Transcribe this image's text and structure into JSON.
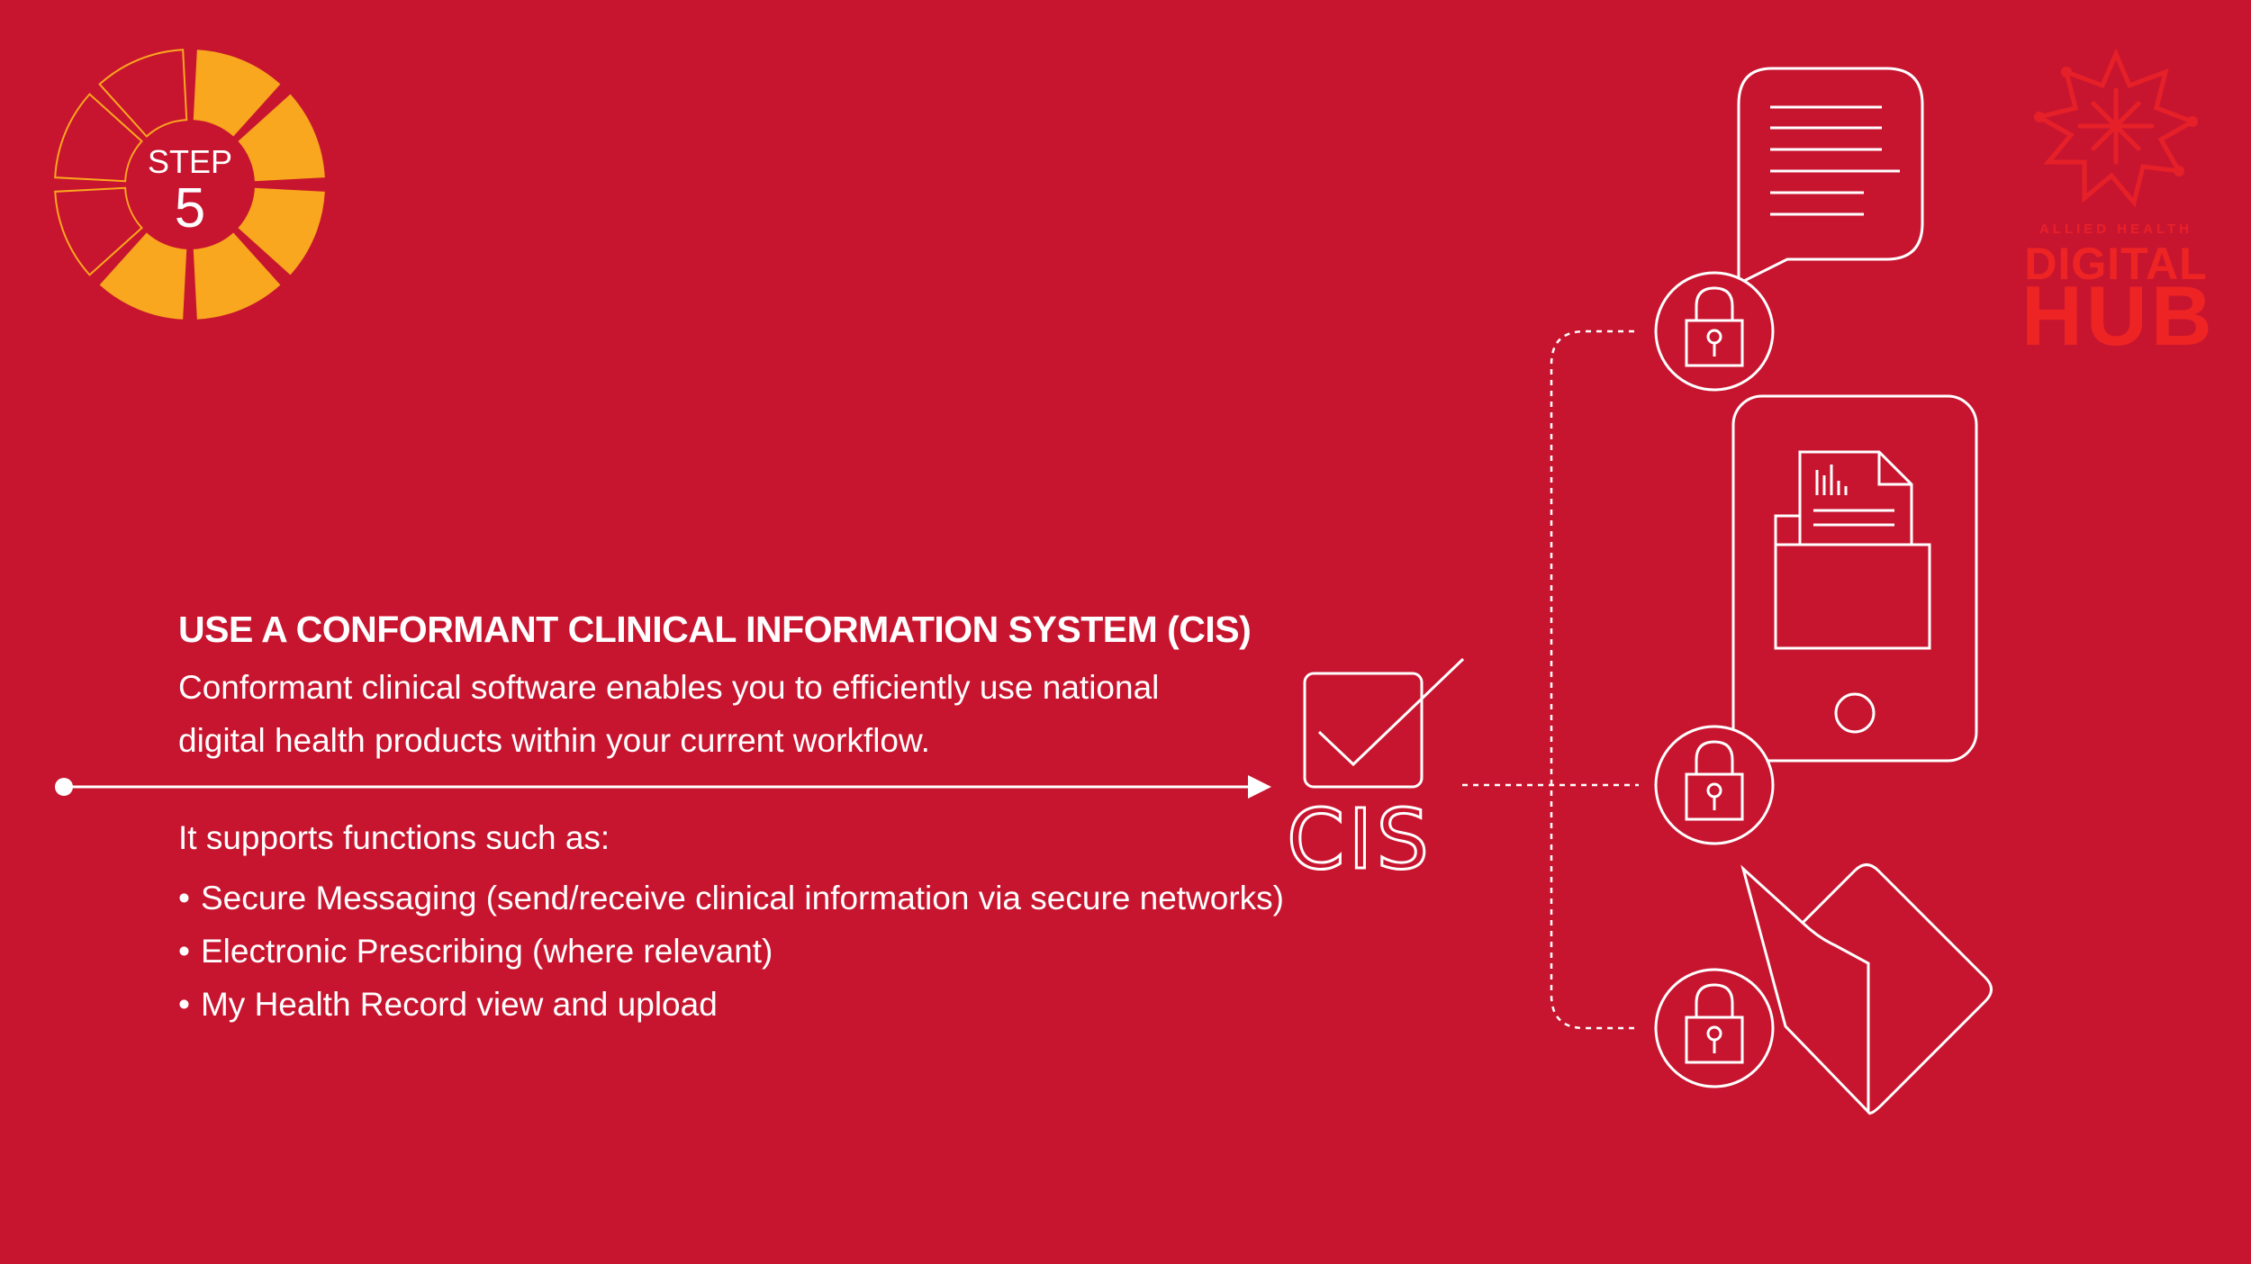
{
  "step": {
    "label": "STEP",
    "number": "5"
  },
  "heading": "USE A CONFORMANT CLINICAL INFORMATION SYSTEM (CIS)",
  "intro_lines": [
    "Conformant clinical software enables you to efficiently use national",
    "digital health products within your current workflow."
  ],
  "supports_text": "It supports functions such as:",
  "bullets": [
    "Secure Messaging  (send/receive clinical information via secure networks)",
    "Electronic Prescribing (where relevant)",
    "My Health Record view and upload"
  ],
  "cis_label": "CIS",
  "logo": {
    "line1": "ALLIED HEALTH",
    "line2": "DIGITAL",
    "line3": "HUB"
  },
  "colors": {
    "background": "#c8152f",
    "wheel_filled": "#f9a71e",
    "wheel_outline": "#f9a71e",
    "line": "#ffffff",
    "logo_red": "#ee2424"
  },
  "icons": [
    "step-wheel-icon",
    "checkbox-icon",
    "padlock-icon",
    "chat-bubble-icon",
    "tablet-icon",
    "document-folder-icon",
    "cards-icon"
  ]
}
